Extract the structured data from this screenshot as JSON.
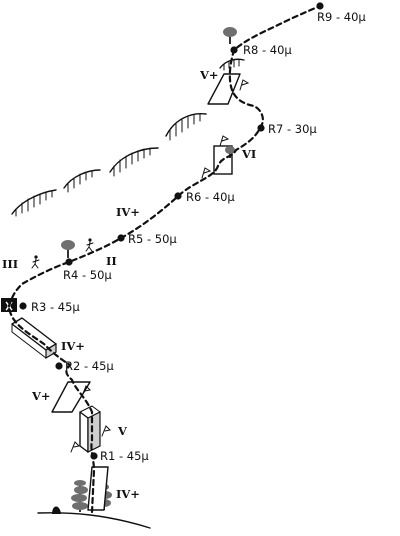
{
  "belays": [
    {
      "id": "r1",
      "label": "R1 - 45µ"
    },
    {
      "id": "r2",
      "label": "R2 - 45µ"
    },
    {
      "id": "r3",
      "label": "R3 - 45µ"
    },
    {
      "id": "r4",
      "label": "R4 - 50µ"
    },
    {
      "id": "r5",
      "label": "R5 - 50µ"
    },
    {
      "id": "r6",
      "label": "R6 - 40µ"
    },
    {
      "id": "r7",
      "label": "R7 - 30µ"
    },
    {
      "id": "r8",
      "label": "R8 - 40µ"
    },
    {
      "id": "r9",
      "label": "R9 - 40µ"
    }
  ],
  "grades": [
    {
      "id": "p1",
      "label": "IV+"
    },
    {
      "id": "p1b",
      "label": "V"
    },
    {
      "id": "p2",
      "label": "V+"
    },
    {
      "id": "p3",
      "label": "IV+"
    },
    {
      "id": "p3b",
      "label": "III"
    },
    {
      "id": "p4",
      "label": "II"
    },
    {
      "id": "p5",
      "label": "IV+"
    },
    {
      "id": "p6",
      "label": "VI"
    },
    {
      "id": "p7",
      "label": "V+"
    }
  ]
}
